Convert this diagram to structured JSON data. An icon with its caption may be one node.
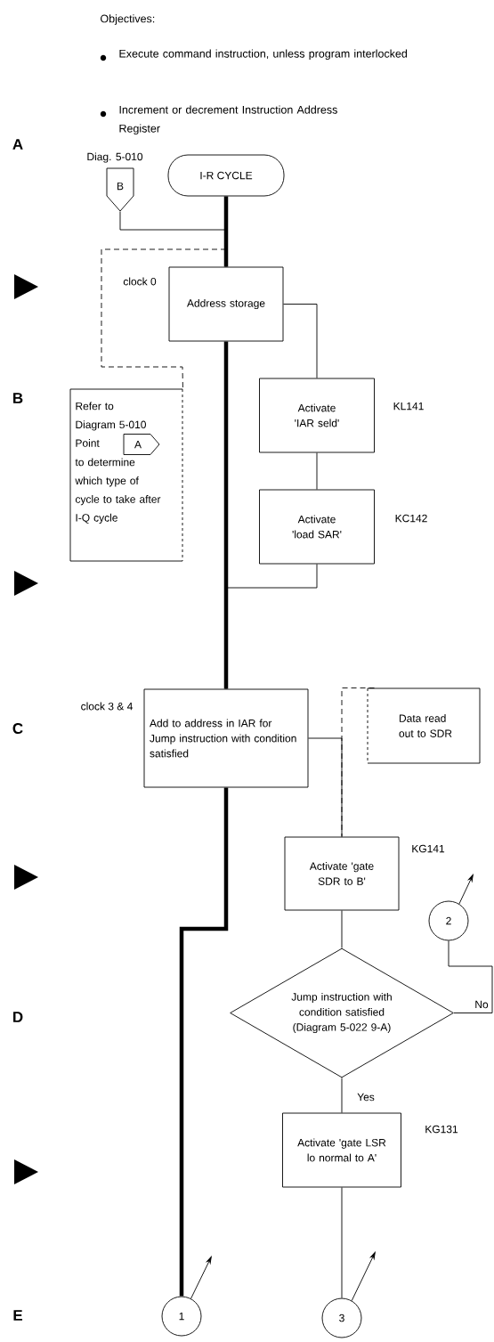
{
  "diagram": {
    "nodes": [
      {
        "text": [
          "I-R CYCLE"
        ]
      },
      {
        "text": [
          "B"
        ],
        "beside": [
          "Diag. 5-010"
        ]
      },
      {
        "text": [
          "Address storage"
        ],
        "beside": [
          "clock 0"
        ]
      },
      {
        "text": [
          "Refer to Diagram 5-010 Point",
          "to determine which type of cycle to take after I-Q cycle"
        ]
      },
      {
        "text": [
          "A"
        ],
        "in": 3
      },
      {
        "text": [
          "Activate 'IAR seld'"
        ],
        "beside": [
          "KL141"
        ]
      },
      {
        "text": [
          "Activate 'load SAR'"
        ],
        "beside": [
          "KC142"
        ]
      },
      {
        "text": [
          "Add to address in IAR for Jump instruction with condition satisfied"
        ],
        "beside": [
          "clock 3 & 4"
        ]
      },
      {
        "text": [
          "Data read out to SDR"
        ]
      },
      {
        "text": [
          "Activate 'gate SDR to B'"
        ],
        "beside": [
          "KG141"
        ]
      },
      {
        "text": [
          "Jump instruction with condition satisfied (Diagram 5-022 9-A)"
        ]
      },
      {
        "text": [
          "Activate 'gate LSR lo normal to A'"
        ],
        "beside": [
          "KG131"
        ]
      },
      {
        "text": [
          "1"
        ]
      },
      {
        "text": [
          "2"
        ]
      },
      {
        "text": [
          "3"
        ]
      }
    ],
    "edges": [
      {
        "from": 0,
        "to": 2,
        "arrow": "none",
        "style": "thick"
      },
      {
        "from": 1,
        "to": 2,
        "arrow": "none"
      },
      {
        "from": null,
        "to": 3,
        "arrow": "none",
        "style": "dashed"
      },
      {
        "from": 2,
        "to": 5,
        "arrow": "none"
      },
      {
        "from": 5,
        "to": 6,
        "arrow": "none"
      },
      {
        "from": 6,
        "to": 7,
        "arrow": "none"
      },
      {
        "from": 2,
        "to": 7,
        "arrow": "none",
        "style": "thick"
      },
      {
        "from": 7,
        "to": 9,
        "arrow": "none"
      },
      {
        "from": 8,
        "to": 9,
        "arrow": "none",
        "style": "dashed"
      },
      {
        "from": 7,
        "to": 12,
        "arrow": "none",
        "style": "thick"
      },
      {
        "from": 9,
        "to": 10,
        "arrow": "none"
      },
      {
        "from": 10,
        "to": 11,
        "arrow": "none",
        "label": "Yes"
      },
      {
        "from": 10,
        "to": 13,
        "arrow": "none",
        "label": "No"
      },
      {
        "from": 11,
        "to": 14,
        "arrow": "none"
      },
      {
        "from": 12,
        "to": null,
        "arrow": "to"
      },
      {
        "from": 13,
        "to": null,
        "arrow": "to"
      },
      {
        "from": 14,
        "to": null,
        "arrow": "to"
      }
    ],
    "labels": [
      "Objectives:",
      "Execute command instruction, unless program interlocked",
      "Increment or decrement Instruction Address Register",
      "A",
      "B",
      "C",
      "D",
      "E"
    ]
  }
}
